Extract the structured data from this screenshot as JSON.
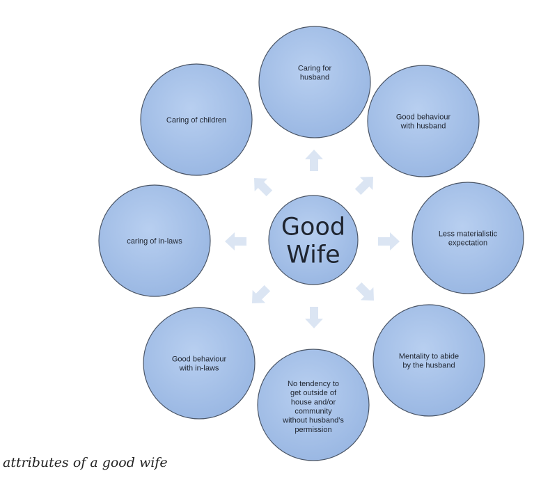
{
  "diagram": {
    "center": {
      "lines": [
        "Good",
        "Wife"
      ]
    },
    "attributes": [
      {
        "id": "caring-for-husband",
        "lines": [
          "Caring for",
          "husband"
        ]
      },
      {
        "id": "good-behaviour-with-husband",
        "lines": [
          "Good behaviour",
          "with husband"
        ]
      },
      {
        "id": "less-materialistic-expectation",
        "lines": [
          "Less materialistic",
          "expectation"
        ]
      },
      {
        "id": "mentality-to-abide",
        "lines": [
          "Mentality to abide",
          "by the husband"
        ]
      },
      {
        "id": "no-tendency-to-get-outside",
        "lines": [
          "No tendency to",
          "get outside of",
          "house and/or",
          "community",
          "without husband's",
          "permission"
        ]
      },
      {
        "id": "good-behaviour-with-in-laws",
        "lines": [
          "Good behaviour",
          "with in-laws"
        ]
      },
      {
        "id": "caring-of-in-laws",
        "lines": [
          "caring of in-laws"
        ]
      },
      {
        "id": "caring-of-children",
        "lines": [
          "Caring of children"
        ]
      }
    ],
    "colors": {
      "circle_fill": "#a9c4ea",
      "circle_stroke": "#4a5566",
      "arrow_fill": "#dbe5f3",
      "text": "#1f2530"
    }
  },
  "caption": "attributes of a good wife"
}
